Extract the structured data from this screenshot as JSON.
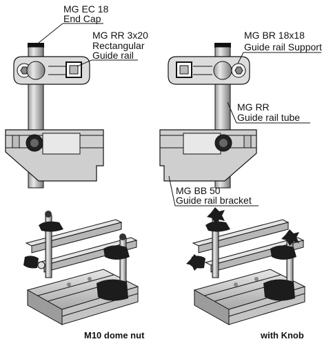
{
  "labels": {
    "end_cap": {
      "line1": "MG EC 18",
      "line2": "End Cap"
    },
    "rect_rail": {
      "line1": "MG RR 3x20",
      "line2": "Rectangular",
      "line3": "Guide rail"
    },
    "rail_support": {
      "line1": "MG BR 18x18",
      "line2": "Guide rail Support"
    },
    "rail_tube": {
      "line1": "MG RR",
      "line2": "Guide rail tube"
    },
    "rail_bracket": {
      "line1": "MG BB 50",
      "line2": "Guide rail bracket"
    }
  },
  "captions": {
    "left": "M10 dome nut",
    "right": "with Knob"
  },
  "colors": {
    "line": "#111111",
    "metal_light": "#d6d6d6",
    "metal_mid": "#a9a9a9",
    "metal_dark": "#6e6e6e",
    "plastic": "#1c1c1c"
  }
}
